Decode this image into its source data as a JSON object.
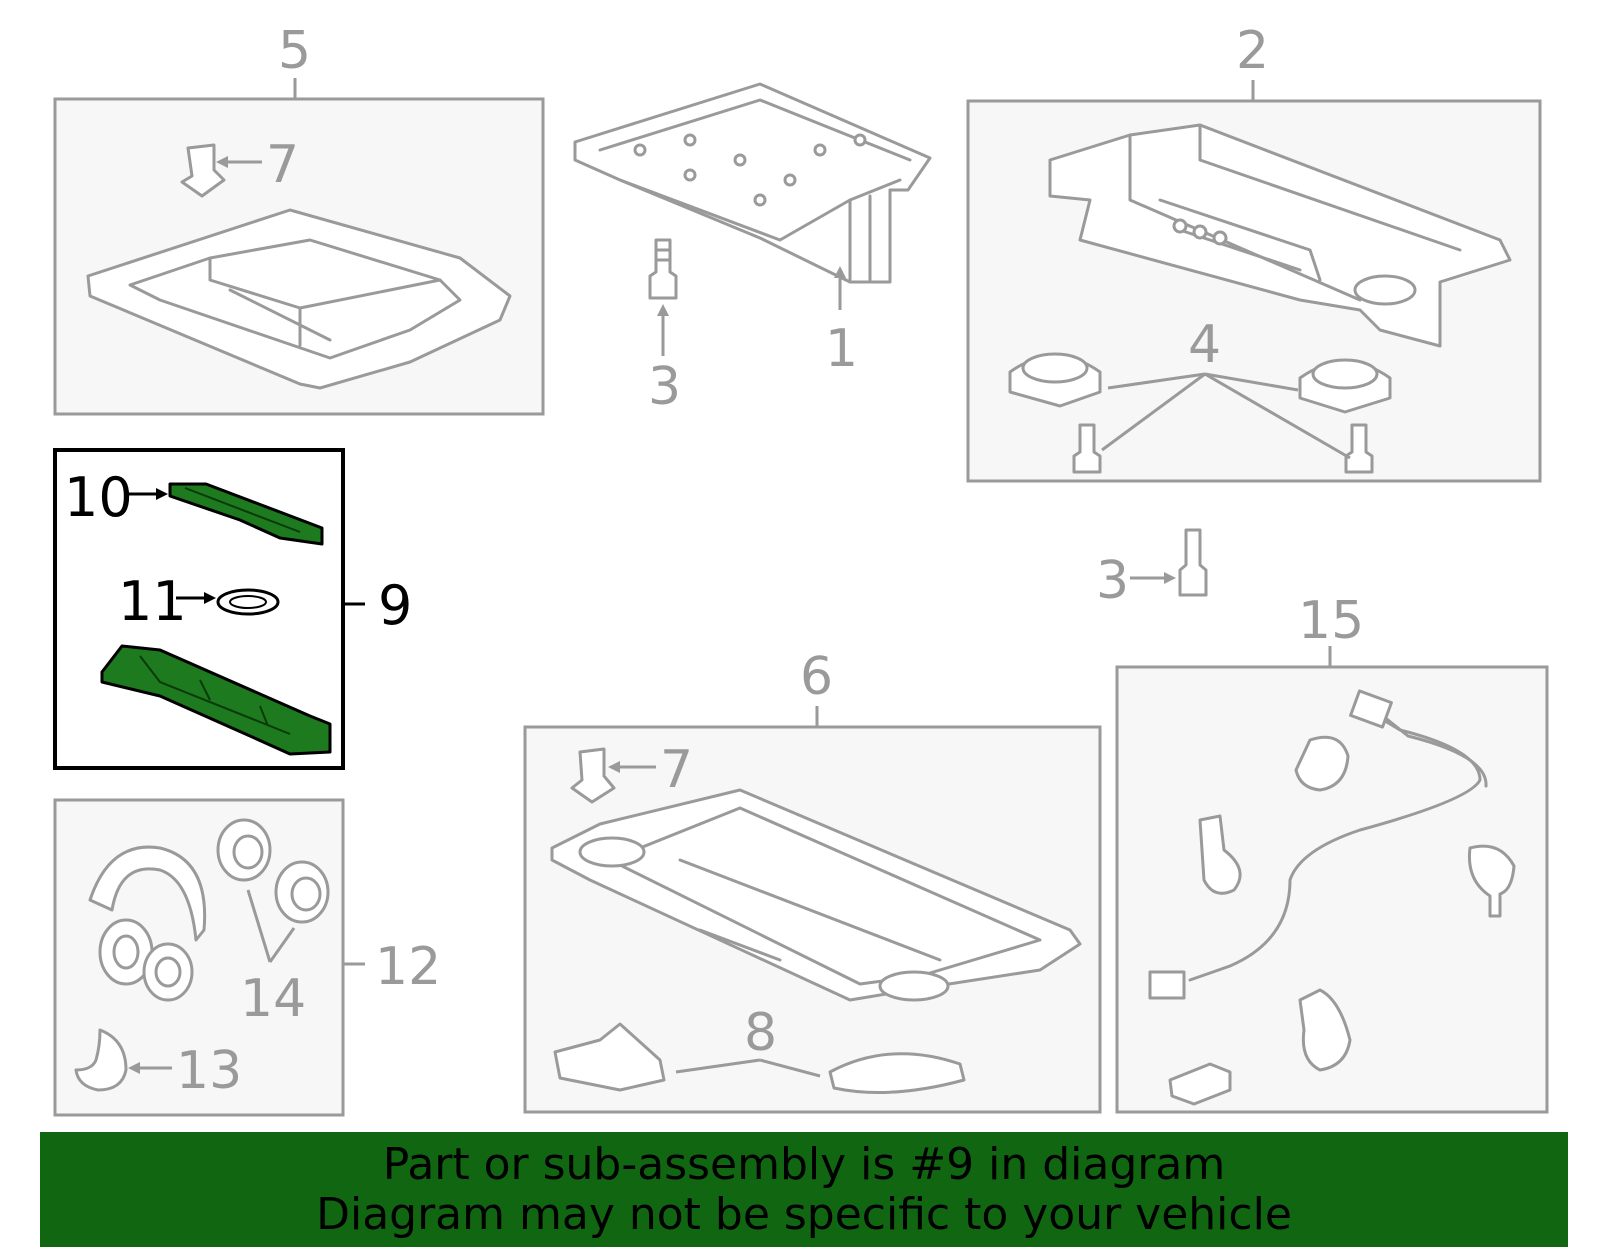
{
  "callouts": {
    "c1": "1",
    "c2": "2",
    "c3a": "3",
    "c3b": "3",
    "c4": "4",
    "c5": "5",
    "c6": "6",
    "c7a": "7",
    "c7b": "7",
    "c8": "8",
    "c9": "9",
    "c10": "10",
    "c11": "11",
    "c12": "12",
    "c13": "13",
    "c14": "14",
    "c15": "15"
  },
  "banner": {
    "line1": "Part or sub-assembly is #9 in diagram",
    "line2": "Diagram may not be specific to your vehicle"
  },
  "colors": {
    "highlight": "#1e7a1e",
    "banner_bg": "#116611",
    "outline": "#9a9a9a",
    "panel_bg": "#f7f7f7"
  }
}
